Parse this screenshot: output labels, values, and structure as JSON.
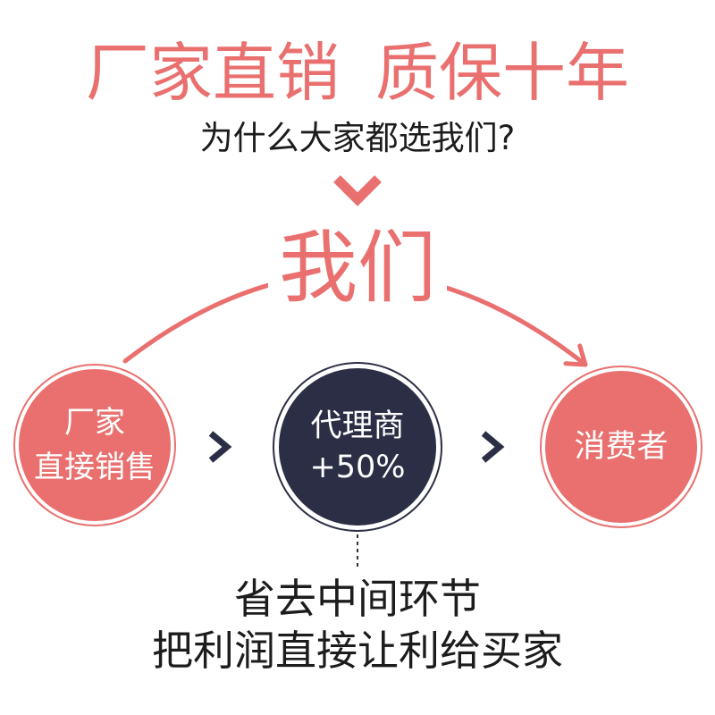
{
  "header": {
    "title": [
      "厂家直销",
      "质保十年"
    ],
    "subtitle": "为什么大家都选我们?"
  },
  "hub_label": "我们",
  "flow": {
    "nodes": [
      {
        "lines": [
          "厂家",
          "直接销售"
        ]
      },
      {
        "lines": [
          "代理商",
          "+50%"
        ]
      },
      {
        "lines": [
          "消费者"
        ]
      }
    ]
  },
  "footer": {
    "lines": [
      "省去中间环节",
      "把利润直接让利给买家"
    ]
  },
  "icons": {
    "down": "chevron-down-icon",
    "step": "chevron-right-icon",
    "curve": "curved-arrow-icon"
  },
  "colors": {
    "accent": "#e9706f",
    "dark": "#2b2e45",
    "text": "#1c1c1c"
  }
}
